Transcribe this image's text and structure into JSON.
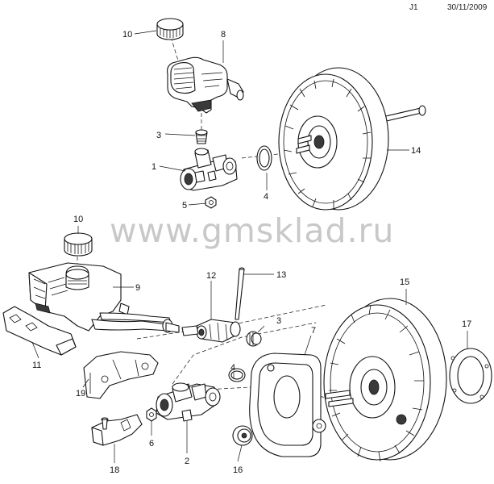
{
  "header": {
    "code": "J1",
    "date": "30/11/2009"
  },
  "watermark": "www.gmsklad.ru",
  "callouts": {
    "c1": "1",
    "c2": "2",
    "c3a": "3",
    "c3b": "3",
    "c4a": "4",
    "c4b": "4",
    "c5": "5",
    "c6": "6",
    "c7": "7",
    "c8": "8",
    "c9": "9",
    "c10a": "10",
    "c10b": "10",
    "c11": "11",
    "c12": "12",
    "c13": "13",
    "c14": "14",
    "c15": "15",
    "c16": "16",
    "c17": "17",
    "c18": "18",
    "c19": "19"
  }
}
